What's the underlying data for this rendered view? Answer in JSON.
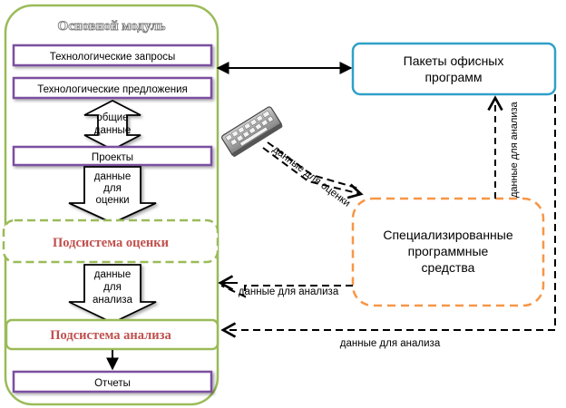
{
  "main_module": {
    "title": "Основной модуль",
    "boxes": {
      "tech_requests": "Технологические запросы",
      "tech_proposals": "Технологические предложения",
      "projects": "Проекты",
      "reports": "Отчеты"
    },
    "arrows": {
      "common_data": [
        "общие",
        "данные"
      ],
      "data_for_eval": [
        "данные",
        "для",
        "оценки"
      ],
      "data_for_analysis": [
        "данные",
        "для",
        "анализа"
      ]
    },
    "subsystems": {
      "evaluation": "Подсистема оценки",
      "analysis": "Подсистема анализа"
    }
  },
  "office": {
    "lines": [
      "Пакеты офисных",
      "программ"
    ]
  },
  "special": {
    "lines": [
      "Специализированные",
      "программные",
      "средства"
    ]
  },
  "labels": {
    "keyboard_to_special": "данные для оценки",
    "special_to_main": "данные для анализа",
    "special_to_office": "данные для анализа",
    "office_to_main": "данные для анализа"
  },
  "colors": {
    "main_border": "#9bbb59",
    "box_border": "#7b4fa0",
    "office_border": "#31a0c8",
    "special_border": "#f79646",
    "subsystem_text": "#c0504d"
  },
  "icons": {
    "keyboard": "keyboard-icon"
  }
}
